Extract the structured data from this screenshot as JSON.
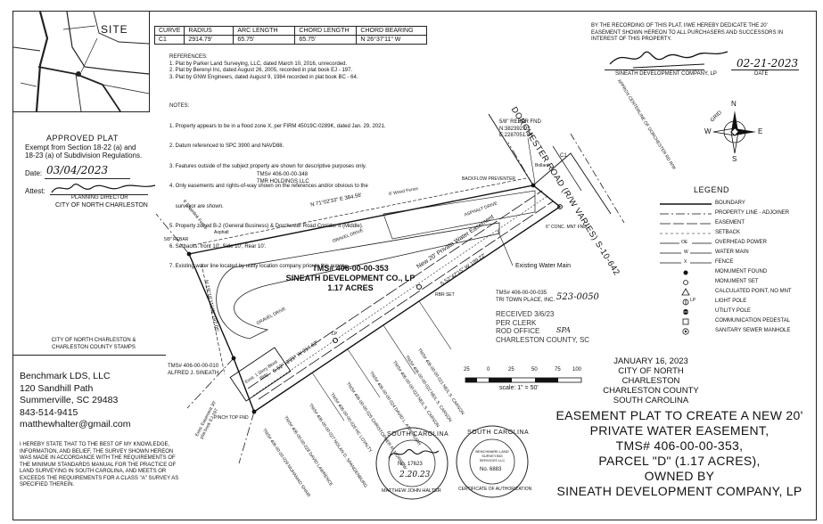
{
  "site_map": {
    "label": "SITE"
  },
  "curve_table": {
    "headers": [
      "CURVE",
      "RADIUS",
      "ARC LENGTH",
      "CHORD LENGTH",
      "CHORD BEARING"
    ],
    "rows": [
      [
        "C1",
        "2914.79'",
        "65.75'",
        "65.75'",
        "N 26°37'11\" W"
      ]
    ]
  },
  "references": {
    "heading": "REFERENCES:",
    "items": [
      "1. Plat by Parker Land Surveying, LLC, dated March 10, 2016, unrecorded.",
      "2. Plat by Berenyi Inc, dated August 26, 2005, recorded in plat book EJ - 197.",
      "3. Plat by GNW Engineers, dated August 9, 1984 recorded in plat book BC - 64."
    ]
  },
  "notes": {
    "heading": "NOTES:",
    "items": [
      "1. Property appears to be in a flood zone X, per FIRM 45019C-0289K, dated Jan. 29, 2021.",
      "2. Datum referenced to SPC 3900 and NAVD88.",
      "3. Features outside of the subject property are shown for descriptive purposes only.",
      "4. Only easements and rights-of-way shown on the references and/or obvious to the",
      "    surveyor are shown.",
      "5. Property zoned B-2 (General Business) & Dorchester Road Corridor II (Middle).",
      "6. Setbacks: front 10', Side 10', Rear 10'.",
      "7. Existing water line located by utility location company prior to this survey."
    ]
  },
  "dedication": {
    "text": [
      "BY THE RECORDING OF THIS PLAT, I/WE HEREBY DEDICATE THE 20'",
      "EASEMENT SHOWN HEREON TO ALL PURCHASERS AND SUCCESSORS IN",
      "INTEREST OF THIS PROPERTY."
    ],
    "signer": "SINEATH DEVELOPMENT COMPANY, LP",
    "date_label": "DATE",
    "date_written": "02-21-2023"
  },
  "approval": {
    "heading": "APPROVED PLAT",
    "lines": [
      "Exempt from Section 18-22 (a) and",
      "18-23 (a) of Subdivision Regulations."
    ],
    "date_label": "Date:",
    "date_written": "03/04/2023",
    "attest_label": "Attest:",
    "role": "PLANNING DIRECTOR",
    "city": "CITY OF NORTH CHARLESTON"
  },
  "stamps_caption": [
    "CITY OF NORTH CHARLESTON &",
    "CHARLESTON COUNTY STAMPS"
  ],
  "surveyor": {
    "lines": [
      "Benchmark LDS, LLC",
      "120 Sandhill Path",
      "Summerville, SC 29483",
      "843-514-9415",
      "matthewhalter@gmail.com"
    ]
  },
  "certification": [
    "I HEREBY STATE THAT TO THE BEST OF MY KNOWLEDGE,",
    "INFORMATION, AND BELIEF, THE SURVEY SHOWN HEREON",
    "WAS MADE IN ACCORDANCE WITH THE REQUIREMENTS OF",
    "THE MINIMUM STANDARDS MANUAL FOR THE PRACTICE OF",
    "LAND SURVEYING IN SOUTH CAROLINA, AND MEETS OR",
    "EXCEEDS THE REQUIREMENTS FOR A CLASS \"A\" SURVEY AS",
    "SPECIFIED THEREIN."
  ],
  "plat": {
    "road_name": "DORCHESTER ROAD (R/W VARIES) S-10-642",
    "road_note": "APPROX CENTERLINE OF DORCHESTER RD R/W",
    "parcel_main": [
      "TMS# 406-00-00-353",
      "SINEATH DEVELOPMENT CO., LP",
      "1.17 ACRES"
    ],
    "neighbor_north": [
      "TMS# 406-00-00-348",
      "TMR HOLDINGS LLC"
    ],
    "neighbor_east": [
      "TMS# 406-00-00-035",
      "TRI TOWN PLACE, INC."
    ],
    "neighbor_west": [
      "TMS# 406-00-00-010",
      "ALFRED J. SINEATH"
    ],
    "bearing_north": "N 71°02'33\" E 384.56'",
    "bearing_west": "N 19°16'11\" W 197.05'",
    "bearing_south": "S 52°13'21\" W 214.62'",
    "bearing_east": "S 52°42'15\" W 199.22'",
    "easement_label": "New 20' Private Water Easement",
    "existing_main": "Existing Water Main",
    "rebar_note": [
      "5/8\" REBAR FND",
      "N:382392.93",
      "E:2287051.84"
    ],
    "labels": {
      "gravel_drive_1": "GRAVEL DRIVE",
      "gravel_drive_2": "GRAVEL DRIVE",
      "asphalt_drive": "ASPHALT DRIVE",
      "asphalt": "Asphalt",
      "wood_fence": "6' Wood Fence",
      "chain_fence": "6' Chainlink Fence",
      "backflow": "BACKFLOW PREVENTER",
      "bollard": "Bollard",
      "mnt_fnd": "6\" CONC. MNT FND",
      "pinch_top": "PINCH TOP FND",
      "rebar_left": "5/8\" REBAR",
      "rbr_set": "RBR SET",
      "lp": "LP",
      "bldg": "Exist. 1 Story Block Bldg.",
      "exist_easement": [
        "Exist. Easement 30'",
        "plat book EJ-197"
      ],
      "c1": "C1"
    },
    "lot_labels": [
      "TMS# 406-00-00-021 NEIL S. CARSON",
      "TMS# 406-00-00-022 NEIL S. CARSON",
      "TMS# 406-00-00-023 NEIL S. CARSON",
      "TMS# 406-00-00-024 DAVID L. ASHBAUGH",
      "TMS# 406-00-00-025 CHRISTOPHER R. MORROW",
      "TMS# 406-00-00-026 HC LOYALTY",
      "TMS# 406-00-00-027 NOLAN D. SPANGENBURG",
      "TMS# 406-00-00-028 DAVID LAWRENCE",
      "TMS# 406-00-00-029 MUHAMAD SHAIR"
    ]
  },
  "recording_stamp": {
    "number": "523-0050",
    "lines": [
      "RECEIVED 3/6/23",
      "PER CLERK",
      "ROD OFFICE",
      "CHARLESTON COUNTY, SC"
    ],
    "initials": "SPA"
  },
  "scale": {
    "ticks": [
      "25",
      "0",
      "25",
      "50",
      "75",
      "100"
    ],
    "label": "scale: 1\" = 50'"
  },
  "north_arrow": {
    "n": "N",
    "s": "S",
    "e": "E",
    "w": "W",
    "grid": "GRID"
  },
  "legend": {
    "heading": "LEGEND",
    "items": [
      "BOUNDARY",
      "PROPERTY LINE - ADJOINER",
      "EASEMENT",
      "SETBACK",
      "OVERHEAD POWER",
      "WATER MAIN",
      "FENCE",
      "MONUMENT FOUND",
      "MONUMENT SET",
      "CALCULATED POINT, NO MNT",
      "LIGHT POLE",
      "UTILITY POLE",
      "COMMUNICATION PEDESTAL",
      "SANITARY SEWER MANHOLE"
    ],
    "codes": {
      "ohp": "OE",
      "water": "W",
      "fence": "X",
      "lp": "LP"
    }
  },
  "date_block": [
    "JANUARY 16, 2023",
    "CITY OF NORTH CHARLESTON",
    "CHARLESTON COUNTY",
    "SOUTH CAROLINA"
  ],
  "title_block": [
    "EASEMENT PLAT TO CREATE A NEW 20'",
    "PRIVATE WATER EASEMENT,",
    "TMS# 406-00-00-353,",
    "PARCEL \"D\" (1.17 ACRES),",
    "OWNED BY",
    "SINEATH DEVELOPMENT COMPANY, LP"
  ],
  "seal_surveyor": {
    "ring_top": "SOUTH CAROLINA",
    "ring_bottom": "MATTHEW JOHN HALTER",
    "number": "No. 17623",
    "date_written": "2.20.23"
  },
  "seal_company": {
    "ring_top": "SOUTH CAROLINA",
    "ring_bottom": "CERTIFICATE OF AUTHORIZATION",
    "inner": "BENCHMARK LAND SURVEYING SERVICES LLC",
    "number": "No. 6883"
  }
}
